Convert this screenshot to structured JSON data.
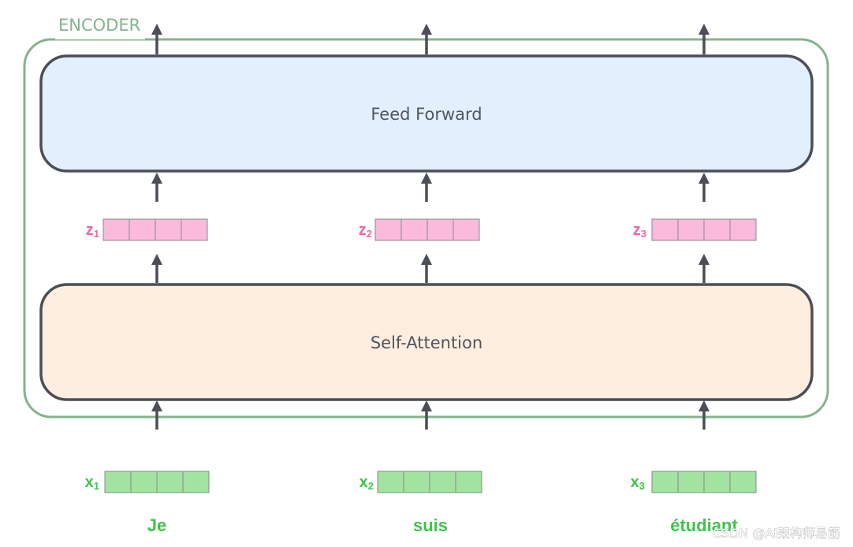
{
  "encoder": {
    "title": "ENCODER"
  },
  "blocks": {
    "feed_forward": "Feed Forward",
    "self_attention": "Self-Attention"
  },
  "z_vectors": [
    {
      "label": "z",
      "sub": "1"
    },
    {
      "label": "z",
      "sub": "2"
    },
    {
      "label": "z",
      "sub": "3"
    }
  ],
  "x_vectors": [
    {
      "label": "x",
      "sub": "1"
    },
    {
      "label": "x",
      "sub": "2"
    },
    {
      "label": "x",
      "sub": "3"
    }
  ],
  "words": [
    "Je",
    "suis",
    "étudiant"
  ],
  "watermark": "CSDN @AI架构师易筋",
  "colors": {
    "encoder_border": "#85b38e",
    "feed_forward_fill": "#e2f0fd",
    "self_attention_fill": "#feeedf",
    "block_border": "#4b4e57",
    "arrow": "#4b4e57",
    "z_cell": "#fbb9dc",
    "z_label": "#f463ac",
    "x_cell": "#a3e3a0",
    "x_label": "#3ec44a"
  }
}
